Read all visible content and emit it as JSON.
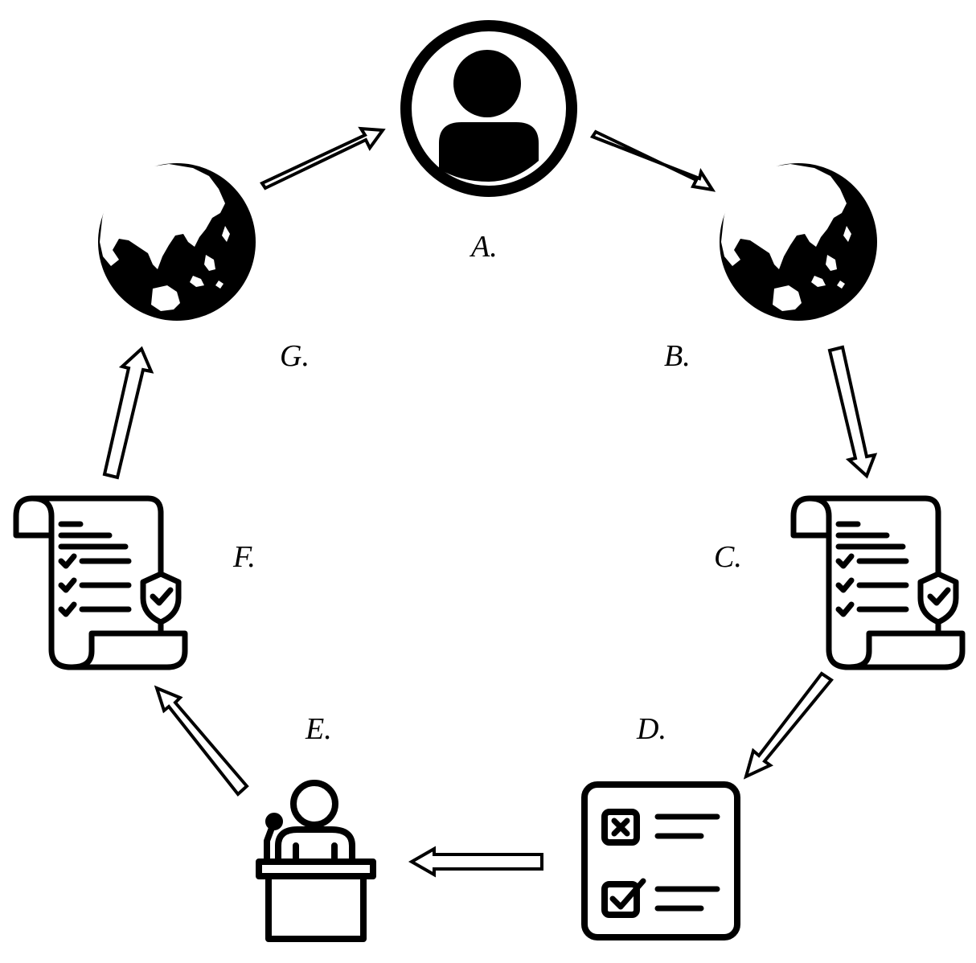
{
  "nodes": {
    "a": {
      "label": "A.",
      "icon": "user-circle-icon"
    },
    "b": {
      "label": "B.",
      "icon": "globe-icon"
    },
    "c": {
      "label": "C.",
      "icon": "policy-document-icon"
    },
    "d": {
      "label": "D.",
      "icon": "checklist-ballot-icon"
    },
    "e": {
      "label": "E.",
      "icon": "podium-speaker-icon"
    },
    "f": {
      "label": "F.",
      "icon": "policy-document-icon"
    },
    "g": {
      "label": "G.",
      "icon": "globe-icon"
    }
  },
  "colors": {
    "ink": "#000000",
    "paper": "#ffffff"
  }
}
